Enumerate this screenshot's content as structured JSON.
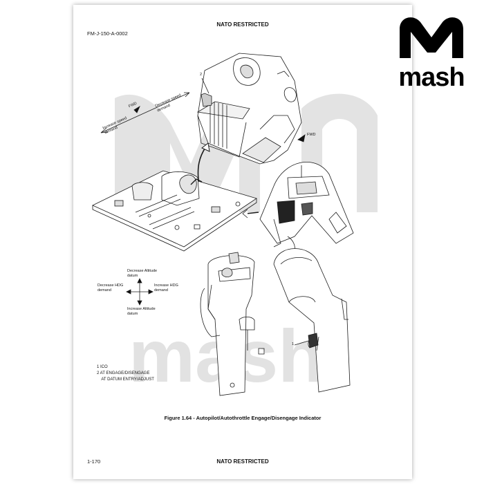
{
  "document": {
    "classification_top": "NATO RESTRICTED",
    "doc_id": "FM-J-150-A-0002",
    "figure_caption": "Figure 1.64 - Autopilot/Autothrottle Engage/Disengage Indicator",
    "page_number": "1-170",
    "classification_bottom": "NATO RESTRICTED"
  },
  "illustration": {
    "callout_2": "2",
    "callout_1": "1",
    "fwd_left": "FWD",
    "fwd_right": "FWD",
    "decrease_speed": "Decrease speed demand",
    "increase_speed": "Increase speed demand",
    "decrease_altitude": "Decrease Altitude datum",
    "increase_altitude": "Increase Altitude datum",
    "decrease_hdg": "Decrease HDG demand",
    "increase_hdg": "Increase HDG demand"
  },
  "legend": {
    "items": [
      "1  ICO",
      "2  AT ENGAGE/DISENGAGE",
      "    AT DATUM ENTRY/ADJUST"
    ]
  },
  "watermark": {
    "logo_text": "mash",
    "watermark_text": "mash"
  }
}
